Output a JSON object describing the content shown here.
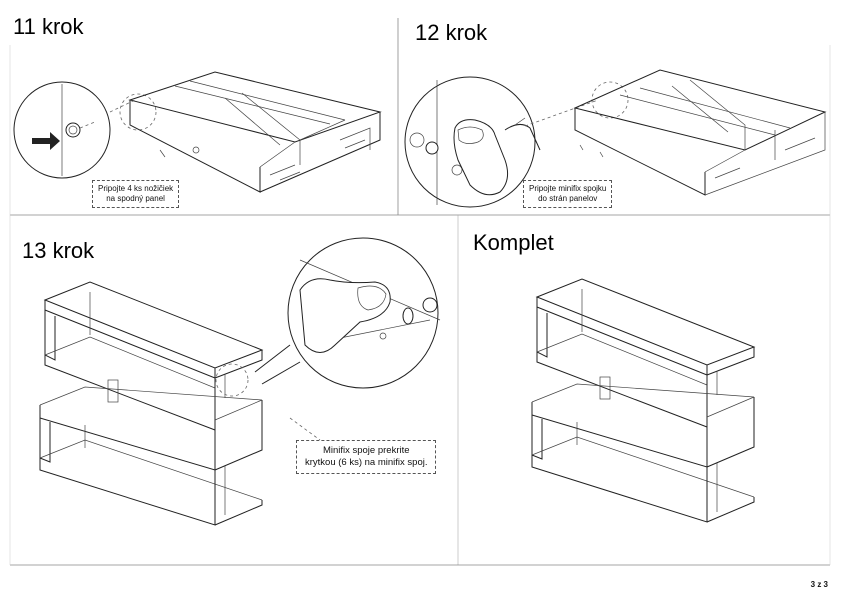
{
  "steps": [
    {
      "title": "11 krok",
      "note_line1": "Pripojte 4 ks nožičiek",
      "note_line2": "na spodný panel"
    },
    {
      "title": "12 krok",
      "note_line1": "Pripojte minifix spojku",
      "note_line2": "do strán panelov"
    },
    {
      "title": "13 krok",
      "note_line1": "Minifix spoje prekrite",
      "note_line2": "krytkou (6 ks) na minifix spoj."
    },
    {
      "title": "Komplet"
    }
  ],
  "page": {
    "label": "3 z 3"
  }
}
